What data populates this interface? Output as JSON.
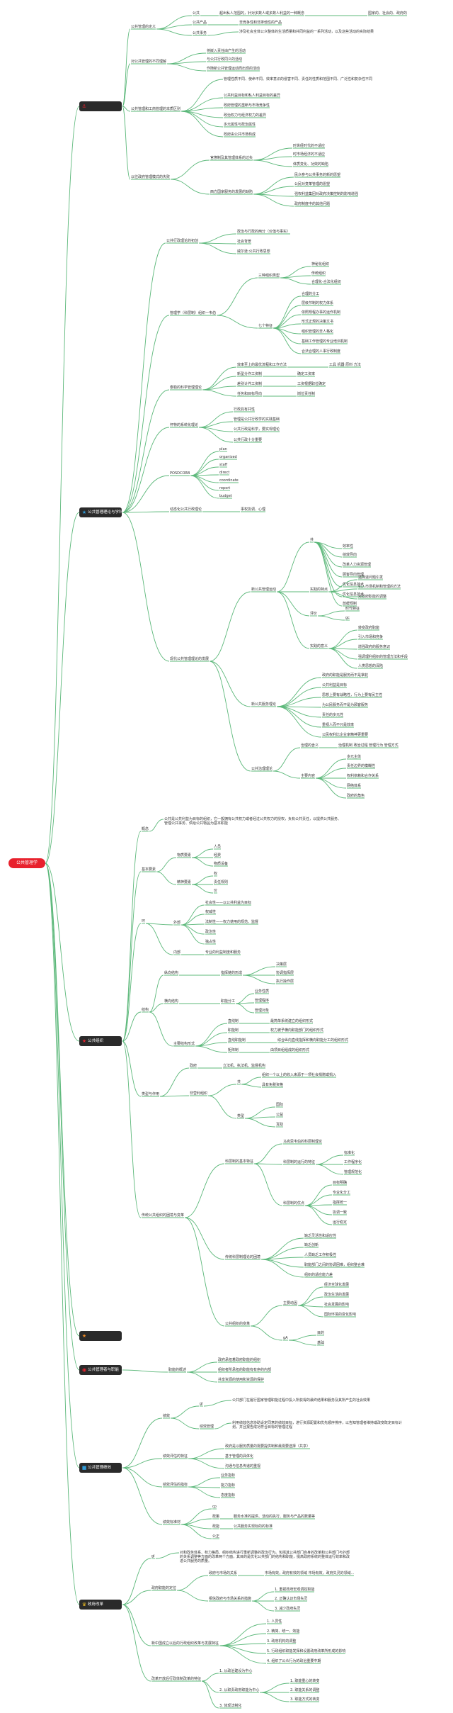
{
  "colors": {
    "branch": "#5cb87a",
    "root": "#e8212d",
    "category": "#2a2a2a"
  },
  "root": {
    "label": "公共管理学"
  },
  "categories": [
    {
      "icon": "anchor-icon",
      "glyph": "⚓",
      "color": "#e8212d",
      "label": ""
    },
    {
      "icon": "star-icon",
      "glyph": "★",
      "color": "#2f9bd8",
      "label": "公共管理理论与学科"
    },
    {
      "icon": "star-icon",
      "glyph": "★",
      "color": "#e8212d",
      "label": "公共组织"
    },
    {
      "icon": "star-icon",
      "glyph": "★",
      "color": "#f08a24",
      "label": ""
    },
    {
      "icon": "clock-icon",
      "glyph": "◉",
      "color": "#e8212d",
      "label": "公共管理者与职能"
    },
    {
      "icon": "square-icon",
      "glyph": "■",
      "color": "#2f9bd8",
      "label": "公共管理绩效"
    },
    {
      "icon": "crown-icon",
      "glyph": "♛",
      "color": "#e8b923",
      "label": "政府改革"
    }
  ],
  "nodes": {
    "c1": {
      "a": "公共管理的定义",
      "a1": "公共",
      "a1x": "超出私人范围的，针对多数人或多数人利益的一种概念",
      "a1y": "国家的、社会的、政府的",
      "a2": "公共产品",
      "a2x": "非竞争性和非排他性的产品",
      "a3": "公共事务",
      "a3x": "涉及社会全体公众整体的生活质量和共同利益的一系列活动，以及这些活动的实际结果",
      "b": "对公共管理的不同理解",
      "b1": "将嵌入责任由产生的活动",
      "b2": "与公共行政同义的活动",
      "b3": "作随新公共管理运动而出现的活动",
      "c": "公共管理和工商管理的本质区别",
      "c1": "管理性质不同、使命不同、效率意识的侵害不同、责任的性质和范围不同、广泛性和复杂性不同",
      "c2": "公共利益目标和私人利益目标的差异",
      "c3": "政府管理的垄断与市场竞争性",
      "c4": "政治权力与经济权力的差异",
      "c5": "多元属性与政治属性",
      "c6": "政府由公共市场构成",
      "d": "以往政府管理模式的失败",
      "d1": "官僚制及其管理体系的过失",
      "d1a": "时世经时代的不适应",
      "d1b": "时市场经济的不适应",
      "d1c": "体质变化、功效的缺陷",
      "d2": "西方国家服务的发展的缺陷",
      "d2a": "民众参与公共事务的新的愿望",
      "d2b": "公民对变革管理的愿望",
      "d2c": "强权利益集团对政府决策控制的影响增强",
      "d2d": "政府制度中的其他问题"
    },
    "c2": {
      "a": "公共行政理论的初创",
      "a1": "政治与行政的两分（价值与事实）",
      "a2": "社会背景",
      "a3": "威尔逊:公共行政思想",
      "b": "管理学（科层制）组织一韦伯",
      "b1": "三种组织类型",
      "b1a": "神秘化组织",
      "b1b": "传统组织",
      "b1c": "合理化-合法化组织",
      "b2": "七个特征",
      "b2a": "合理的分工",
      "b2b": "层级节制的权力体系",
      "b2c": "依照规程办事的运作机制",
      "b2d": "形式正规的决策文书",
      "b2e": "组织管理的非人格化",
      "b2f": "基础工作管理的专业培训机制",
      "b2g": "合法合理的人事行政制度",
      "c": "泰勒的科学管理理论",
      "c1": "效率至上的最优流程和工作方法",
      "c1x": "工具 机器 原料 方法",
      "c2": "新型分作工资制",
      "c2x": "确定工资率",
      "c3": "差别计件工资制",
      "c3x": "工资根据职位确定",
      "c4": "任务和目标导向",
      "c4x": "岗位责任制",
      "d": "怀特的系统化理论",
      "d1": "行政具有共性",
      "d2": "管理是公共行政学的实践基础",
      "d3": "公共行政是科学，要实现理论",
      "d4": "公共行政十分重要",
      "e": "POSDCORB",
      "e1": "plan",
      "e2": "organized",
      "e3": "staff",
      "e4": "direct",
      "e5": "coordinate",
      "e6": "report",
      "e7": "budget",
      "f": "动态化公共行政理论",
      "fx": "事权协调、心理",
      "g": "现代公共管理理论的发展",
      "g1": "新公共管理运动",
      "g1a": "共",
      "g1a1": "效率性",
      "g1a2": "绩效导向",
      "g1a3": "改革人力资源管理",
      "g1a4": "顾客导向管理",
      "g1a5": "优化信息技术",
      "g1a6": "优化信息技术",
      "g1a7": "放缓规制",
      "g1b": "实践的特点",
      "g1b1": "选择退问题引发",
      "g1b2": "引入市场机制和管理的方法",
      "g1b3": "对政府职能的调整",
      "g1c": "评价",
      "g1c1": "时代特征",
      "g1c2": "gc",
      "g1d": "实践的意义",
      "g1d1": "转变政府职能",
      "g1d2": "引入市场和竞争",
      "g1d3": "增强政府的服务意识",
      "g1d4": "强调理利组织的管理方法和手段",
      "g1d5": "人类思想的深陷",
      "g2": "新公共服务理论",
      "g2a": "政府的职能是服务而不是掌舵",
      "g2b": "公共利益是目标",
      "g2c": "思想上要有战略性，行为上要有民主性",
      "g2d": "为公民服务而不是为顾客服务",
      "g2e": "责任的多元性",
      "g2f": "重视人而不只是效率",
      "g2g": "公民权利比企业家精神更重要",
      "g3": "公共治理理论",
      "g3a": "治理的含义",
      "g3ax": "治理机制 政治过程 管理行为 管理方式",
      "g3b": "主要内容",
      "g3b1": "多元主体",
      "g3b2": "责任边界的模糊性",
      "g3b3": "权利依赖和合作关系",
      "g3b4": "网络体系",
      "g3b5": "政府的角色"
    },
    "c3": {
      "a": "概念",
      "ax": "公共是公共利益为目标的组织，它一般拥有公共权力或者经过公共权力的授权，负有公共责任，以提供公共服务、管理公共事务、供给公共物品为基本职能",
      "b": "基本要素",
      "b1": "物质要素",
      "b1a": "人员",
      "b1b": "经费",
      "b1c": "物质设备",
      "b2": "精神要素",
      "b2a": "权",
      "b2b": "责任规则",
      "b2c": "价",
      "c": "环",
      "c1": "外部",
      "c1a": "社会性——以公共利益为目标",
      "c1b": "权威性",
      "c1c": "法制性——权力使用的规范、监督",
      "c1d": "政治性",
      "c1e": "独占性",
      "c2": "内部",
      "c2x": "专业的利益制度和服务",
      "d": "结构",
      "d1": "纵向结构",
      "d1x": "指挥链的形成",
      "d1a": "决策层",
      "d1b": "协调指挥层",
      "d1c": "执行操作层",
      "d2": "横向结构",
      "d2x": "职能分工",
      "d2a": "业务性质",
      "d2b": "管理程序",
      "d2c": "管理对象",
      "d3": "主要结构形式",
      "d3a": "直线制",
      "d3ax": "最简单系统建立的组织形式",
      "d3b": "职能制",
      "d3bx": "权力被予横向职能部门的组织形式",
      "d3c": "直线职能制",
      "d3cx": "综合纵向直线指挥和横向职能分工的组织形式",
      "d3d": "矩阵制",
      "d3dx": "由项目组组成的组织形式",
      "e": "类型与作用",
      "e1": "政府",
      "e1x": "立法机、执法机、监督机构",
      "e2": "非营利组织",
      "e2a": "共",
      "e2a1": "组织一个以上的收入来源于一项社会捐赠或捐入",
      "e2a2": "具有免税资格",
      "e2b": "类型",
      "e2b1": "国际",
      "e2b2": "公益",
      "e2b3": "互助",
      "f": "传统公共组织的困境与变革",
      "f1": "科层制的基本特征",
      "f1a": "马克思韦伯的科层制理论",
      "f1b": "科层制的运行的特征",
      "f1b1": "标准化",
      "f1b2": "工作程序化",
      "f1b3": "管理规范化",
      "f1c": "科层制的优点",
      "f1c1": "目标明确",
      "f1c2": "专业化分工",
      "f1c3": "指挥统一",
      "f1c4": "协调一致",
      "f1c5": "运行稳定",
      "f2": "传统科层制理论的困境",
      "f2a": "缺乏灵活性和适应性",
      "f2b": "缺乏创新",
      "f2c": "人员缺乏工作积极性",
      "f2d": "职能部门之间的协调困难，组织整合难",
      "f2e": "组织的适应能力差",
      "f3": "公共组织的变革",
      "f3a": "主要动因",
      "f3a1": "经济全球化发展",
      "f3a2": "政治生活的发展",
      "f3a3": "社会发展的影响",
      "f3a4": "国际环境的变化影响",
      "f3b": "gA",
      "f3b1": "目的",
      "f3b2": "基础"
    },
    "c5": {
      "a": "职能的概述",
      "a1": "政府承担着政府职能的组织",
      "a2": "组织者所承担的职能有有序的内部",
      "a3": "共享资源的使用和资源的保护"
    },
    "c6": {
      "a": "绩效",
      "a1": "gl",
      "a1x": "公共部门在履行国家管理职能过程中投入所获得的最终结果和服务及其所产生的社会效果",
      "a2": "绩效管理",
      "a2x": "利用绩效信息协助设定同意的绩效目标，进行资源配置和优先顺序排序，以告知管理者维持或改变既定目标计划，并且报告成功符合目标的管理过程",
      "b": "绩效评估的特征",
      "b1": "政府是以服务质量的需要提供制和最需要选择（共享）",
      "b2": "基于管理的具体化",
      "b3": "沟通与信息传递的重视",
      "c": "绩效评估的指标",
      "c1": "业务指标",
      "c2": "能力指标",
      "c3": "态度指标",
      "d": "绩效标准材",
      "d1": "cp",
      "d2": "政策",
      "d2x": "服务水准的提供、活动的执行、服务与产品的数量等",
      "d3": "政能",
      "d3x": "公共服务实现标的的标准",
      "d4": "公正"
    },
    "c7": {
      "intro_a": "gl",
      "intro": "对和政务体系、权力格局、组织结构进行重新调整的政治行为。包括其公共部门自身的改革和公共部门与外部的关系调整等方面的改革两个方面，其目的是优化公共部门的结构和职能，提高政府系统的整体运行效率和改进公共服务的质量。",
      "a": "政府职能的定位",
      "a1": "政府与市场的关系",
      "a1x": "市场有效，政府有效的领域 市场有效，政府失灵的领域...",
      "a2": "相信政府与市场关系的措施",
      "a2a": "1. 重视政府宏观调控职能",
      "a2b": "2. 正确认识市场失灵",
      "a2c": "3. 减少政府失灵",
      "b": "新中国成立以后的行政组织改革与发展特征",
      "b1": "1. 人员性",
      "b2": "2. 精简、统一、效能",
      "b3": "3. 政府机构的调整",
      "b4": "5. 行政组织职能发挥和设置政府改革所形成的影响",
      "b5": "4. 组织了公众行为的政治重要中期",
      "c": "改革开放后行政体制改革的特征",
      "c1": "1. 从政治建设为中心",
      "c2": "2. 从职责政府职能为中心",
      "c2a": "1. 职能重心的转变",
      "c2b": "2. 职能关系的调整",
      "c2c": "3. 职能方式的转变",
      "c3": "3. 体现法制化"
    }
  }
}
